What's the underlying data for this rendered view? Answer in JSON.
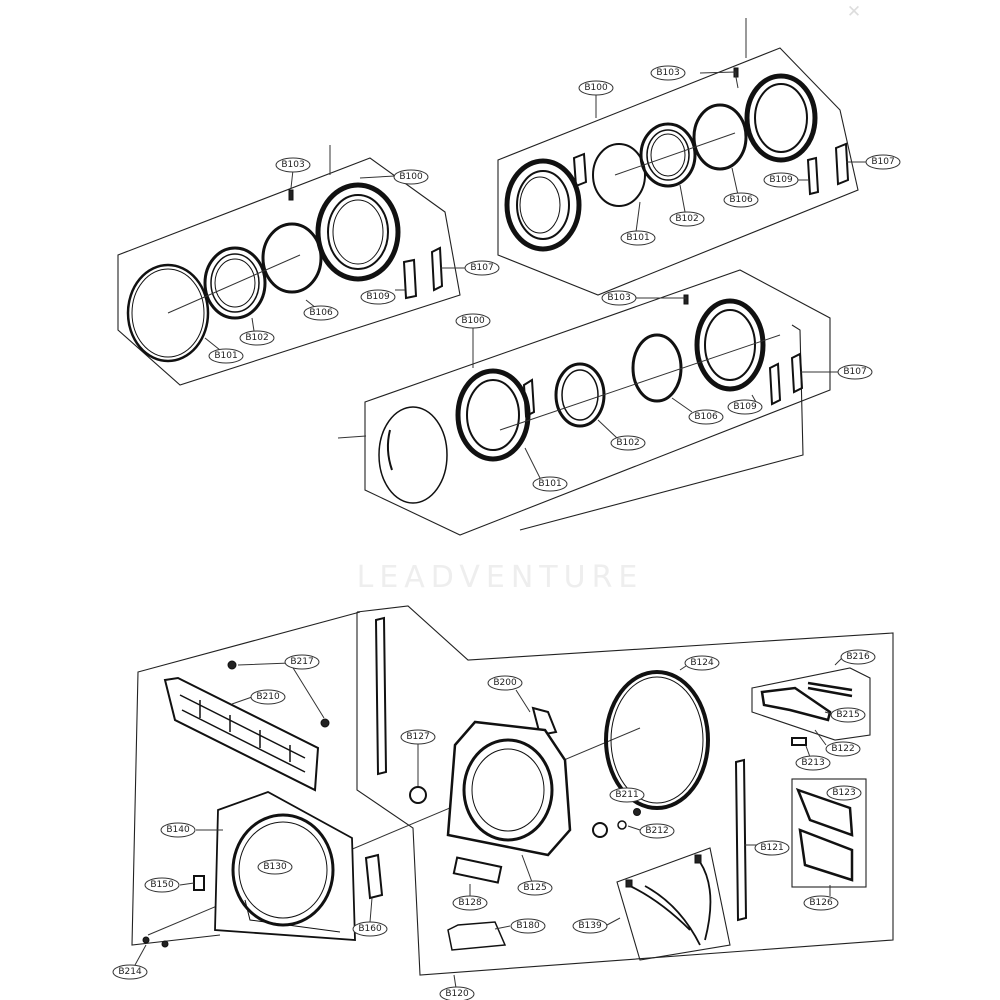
{
  "watermark": "LEADVENTURE",
  "icons": {
    "close": "close-icon"
  },
  "colors": {
    "line": "#222222",
    "background": "#ffffff",
    "watermark": "#eeeeee"
  },
  "door_assembly_left": {
    "labels": {
      "assembly": "B100",
      "screw": "B103",
      "glass": "B101",
      "gasket": "B102",
      "ring": "B106",
      "hinge_cover": "B109",
      "hinge": "B107"
    }
  },
  "door_assembly_right": {
    "labels": {
      "assembly": "B100",
      "screw": "B103",
      "glass": "B101",
      "gasket": "B102",
      "ring": "B106",
      "hinge_cover": "B109",
      "hinge": "B107"
    }
  },
  "door_assembly_middle": {
    "labels": {
      "assembly": "B100",
      "screw": "B103",
      "glass": "B101",
      "gasket": "B102",
      "ring": "B106",
      "hinge_cover": "B109",
      "hinge": "B107"
    }
  },
  "front_panel_group": {
    "labels": {
      "screw_217": "B217",
      "panel_210": "B210",
      "cover_140": "B140",
      "part_130": "B130",
      "part_150": "B150",
      "part_160": "B160",
      "screws_214": "B214",
      "frame_120": "B120",
      "bracket_200": "B200",
      "bushing_127": "B127",
      "gasket_124": "B124",
      "part_216": "B216",
      "part_215": "B215",
      "part_122": "B122",
      "part_213": "B213",
      "part_123": "B123",
      "part_121": "B121",
      "part_126": "B126",
      "part_211": "B211",
      "part_212": "B212",
      "part_125": "B125",
      "part_128": "B128",
      "part_180": "B180",
      "harness_139": "B139"
    }
  }
}
